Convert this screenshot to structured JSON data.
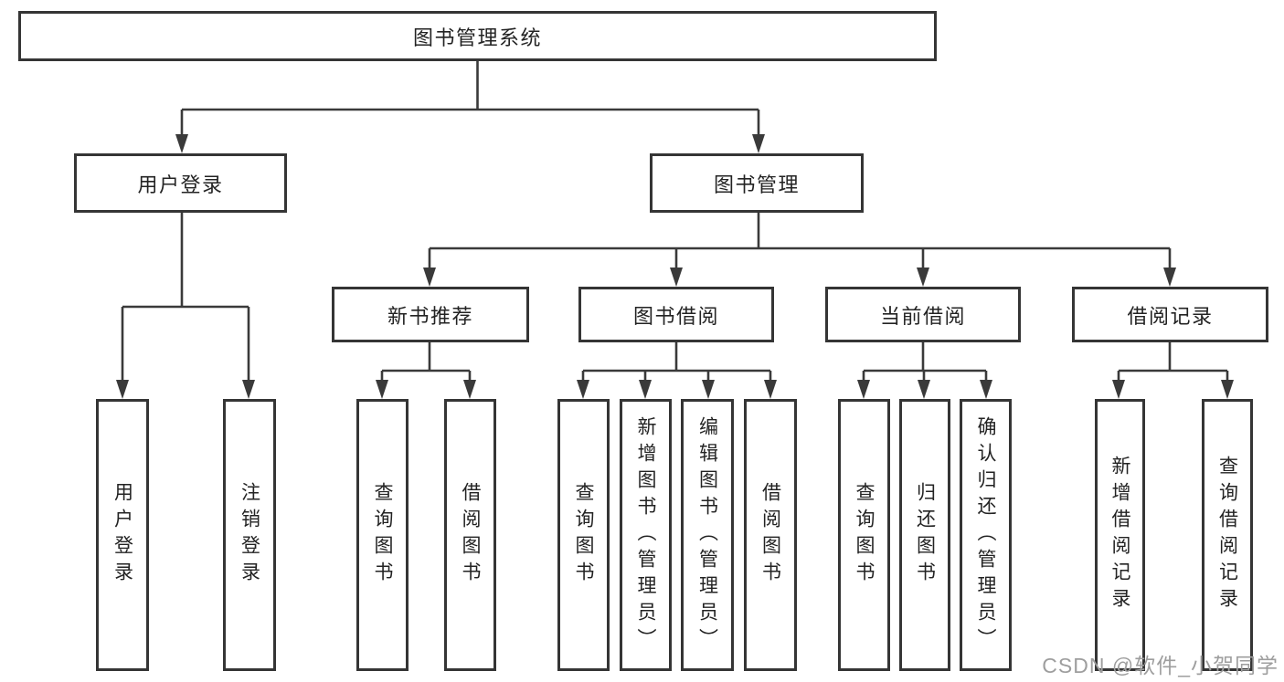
{
  "nodes": {
    "root": {
      "label": "图书管理系统"
    },
    "level2": [
      {
        "label": "用户登录"
      },
      {
        "label": "图书管理"
      }
    ],
    "login_children": [
      {
        "label": "用户登录"
      },
      {
        "label": "注销登录"
      }
    ],
    "level3": [
      {
        "label": "新书推荐"
      },
      {
        "label": "图书借阅"
      },
      {
        "label": "当前借阅"
      },
      {
        "label": "借阅记录"
      }
    ],
    "recommend_children": [
      {
        "label": "查询图书"
      },
      {
        "label": "借阅图书"
      }
    ],
    "borrow_children": [
      {
        "label": "查询图书"
      },
      {
        "label": "新增图书（管理员）"
      },
      {
        "label": "编辑图书（管理员）"
      },
      {
        "label": "借阅图书"
      }
    ],
    "current_children": [
      {
        "label": "查询图书"
      },
      {
        "label": "归还图书"
      },
      {
        "label": "确认归还（管理员）"
      }
    ],
    "record_children": [
      {
        "label": "新增借阅记录"
      },
      {
        "label": "查询借阅记录"
      }
    ]
  },
  "watermark": "CSDN @软件_小贺同学",
  "colors": {
    "line": "#3a3a3a",
    "border": "#353535",
    "fill": "#ffffff",
    "text": "#232323",
    "watermark": "#9e9e9e",
    "background": "#ffffff"
  }
}
